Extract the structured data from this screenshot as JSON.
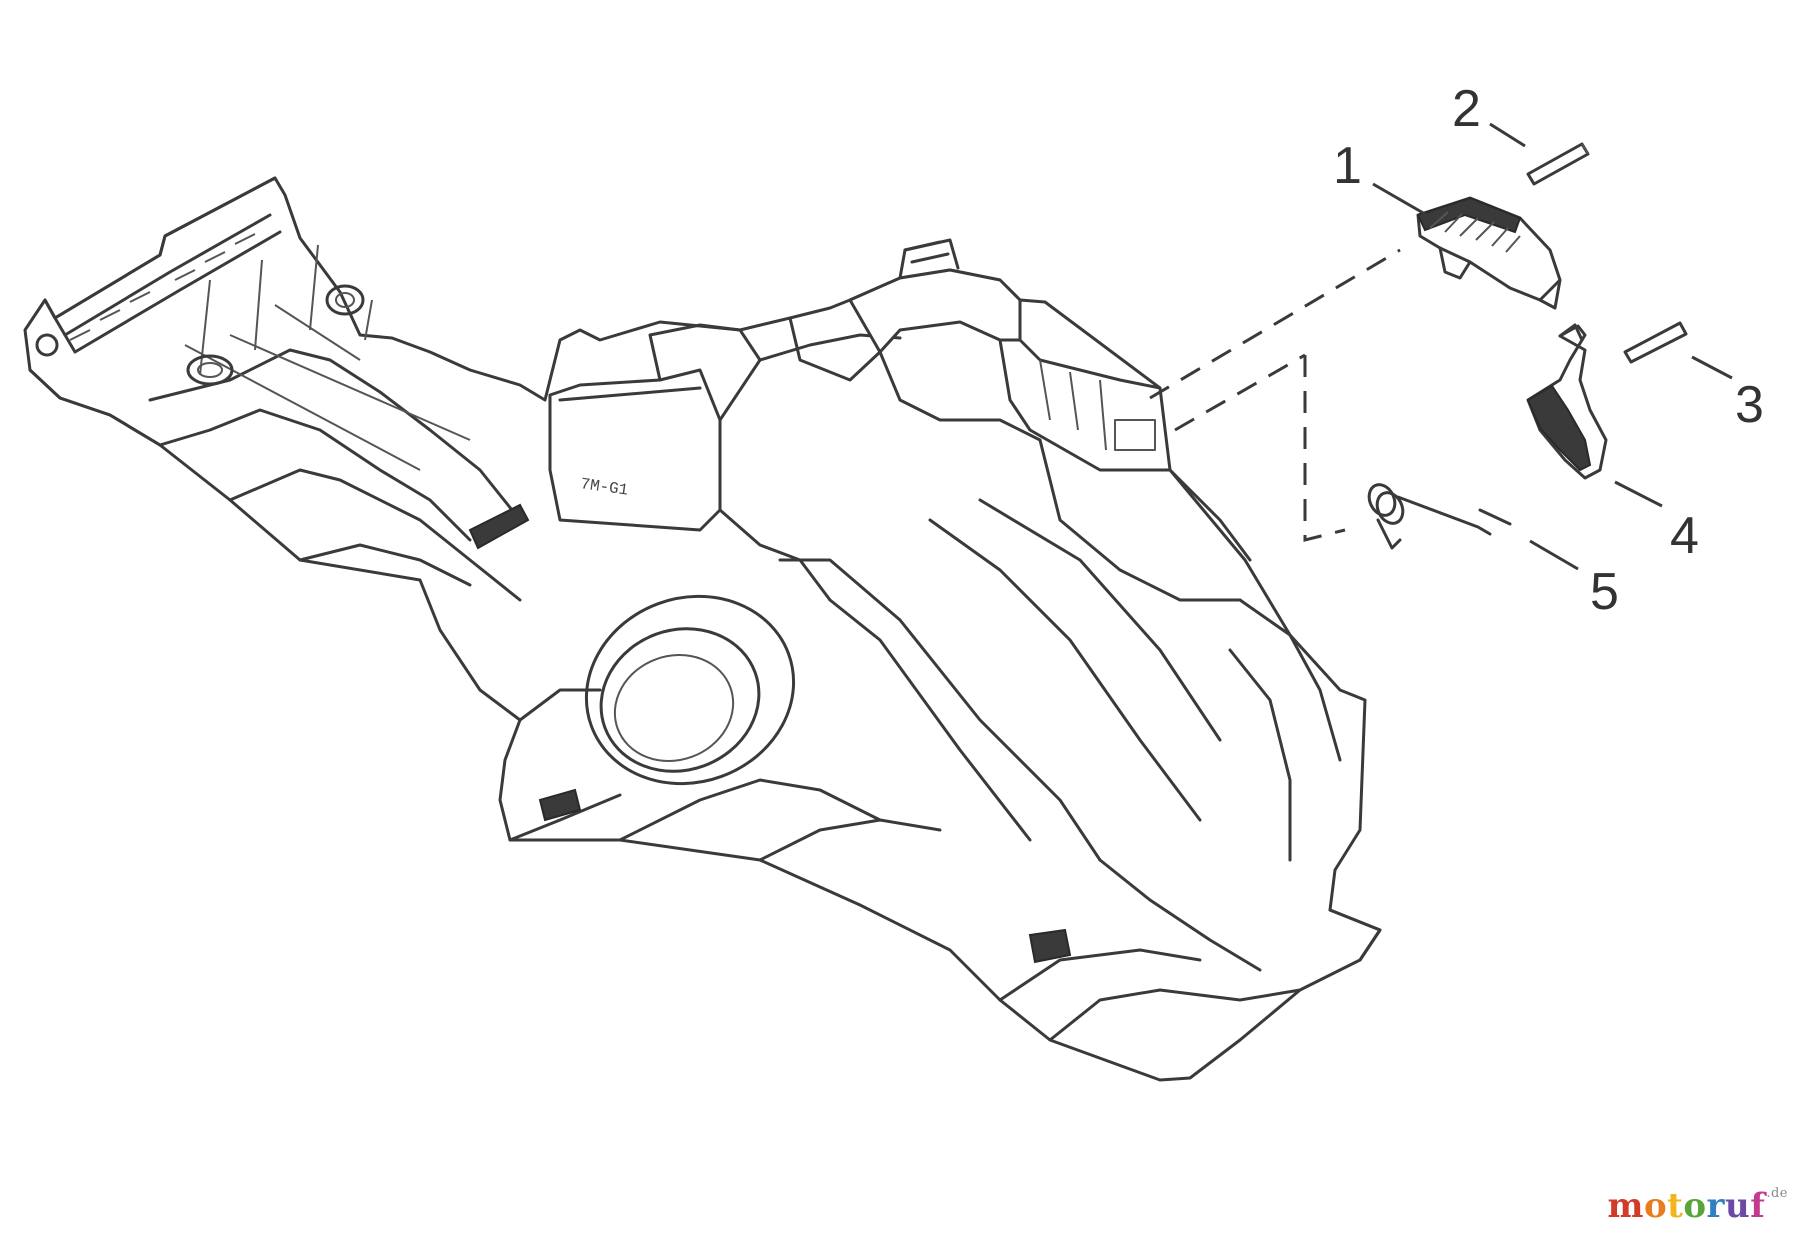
{
  "callouts": [
    {
      "id": "1",
      "label": "1"
    },
    {
      "id": "2",
      "label": "2"
    },
    {
      "id": "3",
      "label": "3"
    },
    {
      "id": "4",
      "label": "4"
    },
    {
      "id": "5",
      "label": "5"
    }
  ],
  "housing_mark": "7M-G1",
  "watermark": {
    "letters": [
      "m",
      "o",
      "t",
      "o",
      "r",
      "u",
      "f"
    ],
    "colors": [
      "#d23a2a",
      "#e87d1f",
      "#f2b61c",
      "#5aa53a",
      "#2f7fc1",
      "#6b4aa6",
      "#c43a8c"
    ],
    "tld": ".de"
  }
}
